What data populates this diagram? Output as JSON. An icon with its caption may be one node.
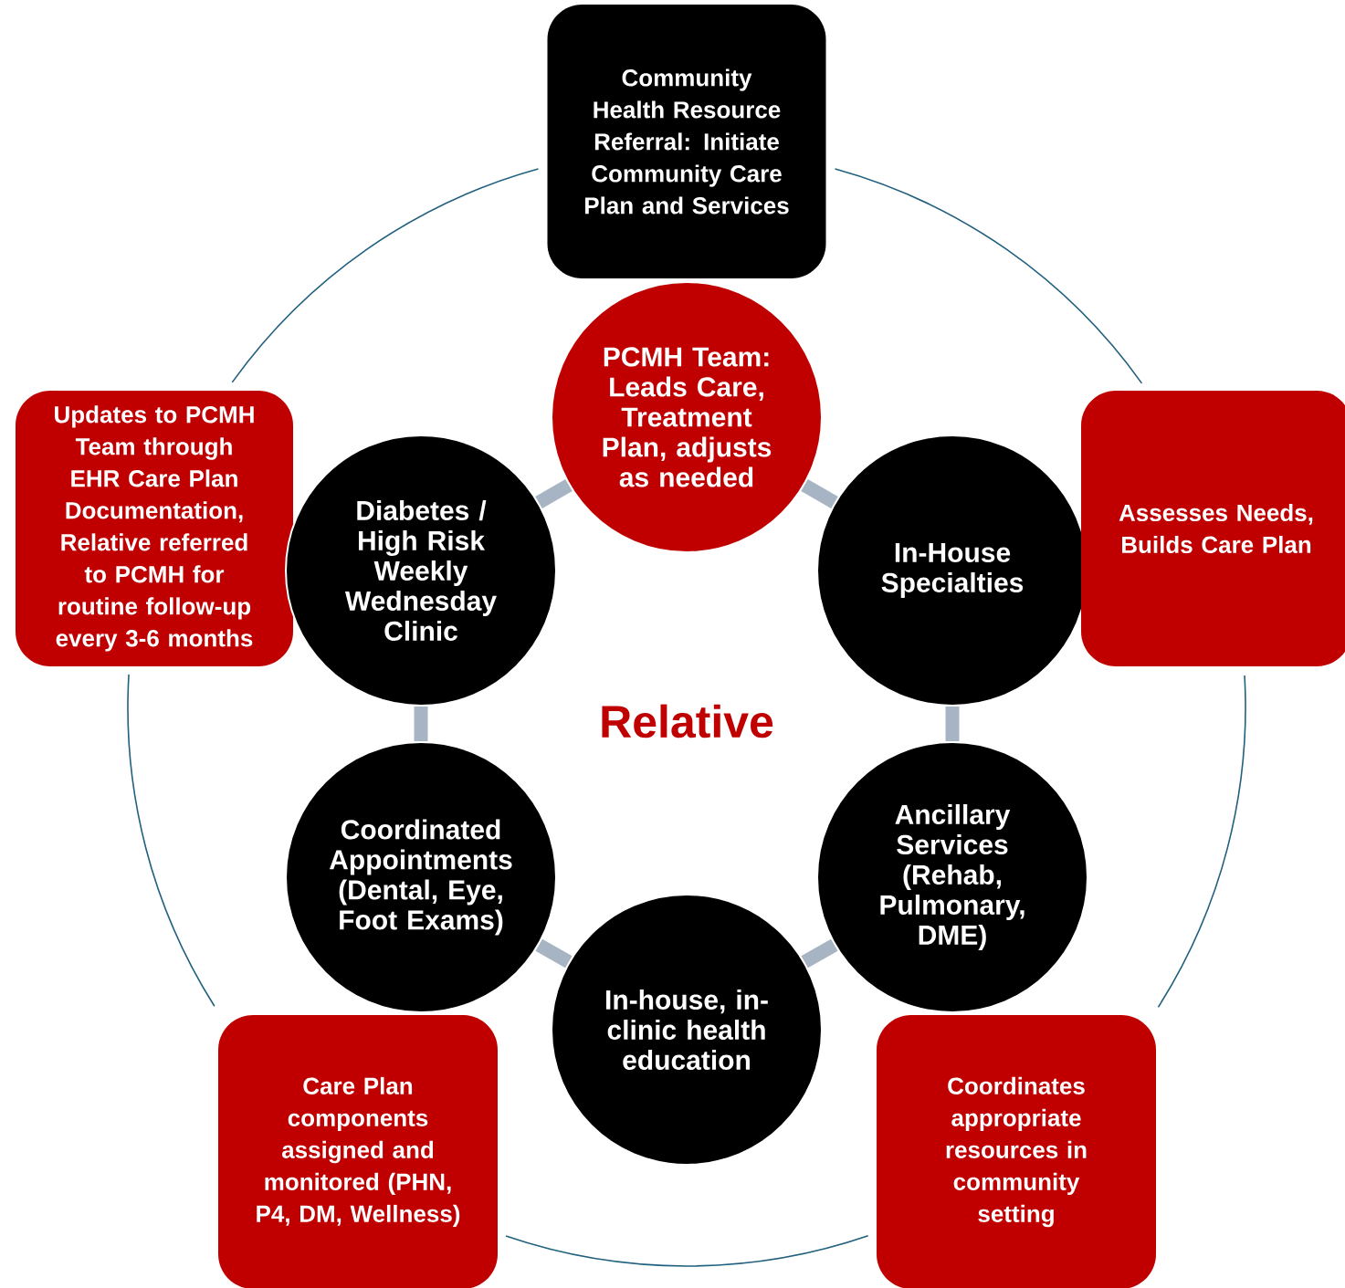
{
  "diagram": {
    "nodes": [
      {
        "text": [
          "Community Health Resource Referral: Initiate Community Care Plan and Services"
        ]
      },
      {
        "text": [
          "Updates to PCMH Team through EHR Care Plan Documentation, Relative referred to PCMH for routine follow-up every 3-6 months"
        ]
      },
      {
        "text": [
          "PCMH Team: Leads Care, Treatment Plan, adjusts as needed"
        ]
      },
      {
        "text": [
          "Diabetes / High Risk Weekly Wednesday Clinic"
        ]
      },
      {
        "text": [
          "In-House Specialties"
        ]
      },
      {
        "text": [
          "Assesses Needs, Builds Care Plan"
        ]
      },
      {
        "text": [
          "Coordinated Appointments (Dental, Eye, Foot Exams)"
        ]
      },
      {
        "text": [
          "Ancillary Services (Rehab, Pulmonary, DME)"
        ]
      },
      {
        "text": [
          "In-house, in-clinic health education"
        ]
      },
      {
        "text": [
          "Care Plan components assigned and monitored (PHN, P4, DM, Wellness)"
        ]
      },
      {
        "text": [
          "Coordinates appropriate resources in community setting"
        ]
      }
    ],
    "edges": [
      {
        "from": 0,
        "to": 5,
        "arrow": "none",
        "color": "#21607e"
      },
      {
        "from": 5,
        "to": 10,
        "arrow": "none",
        "color": "#21607e"
      },
      {
        "from": 10,
        "to": 9,
        "arrow": "none",
        "color": "#21607e"
      },
      {
        "from": 9,
        "to": 1,
        "arrow": "none",
        "color": "#21607e"
      },
      {
        "from": 1,
        "to": 0,
        "arrow": "none",
        "color": "#21607e"
      },
      {
        "from": 2,
        "to": 4,
        "arrow": "none"
      },
      {
        "from": 4,
        "to": 7,
        "arrow": "none"
      },
      {
        "from": 7,
        "to": 8,
        "arrow": "none"
      },
      {
        "from": 8,
        "to": 6,
        "arrow": "none"
      },
      {
        "from": 6,
        "to": 3,
        "arrow": "none"
      },
      {
        "from": 3,
        "to": 2,
        "arrow": "none"
      }
    ],
    "labels": [
      "Relative"
    ]
  }
}
